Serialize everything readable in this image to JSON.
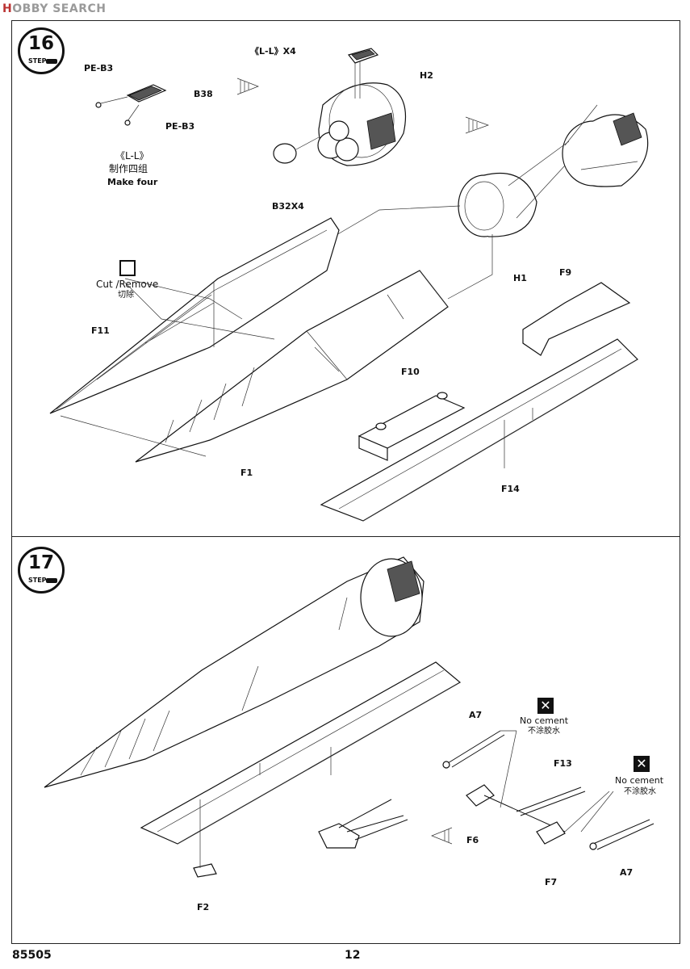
{
  "watermark": {
    "prefix": "H",
    "brand": "OBBY SEARCH"
  },
  "footer": {
    "code": "85505",
    "page": "12"
  },
  "step16": {
    "number": "16",
    "step_label": "STEP",
    "labels": {
      "pe_b3_top": "PE-B3",
      "b38": "B38",
      "pe_b3_bottom": "PE-B3",
      "ll_title": "《L-L》",
      "make_four_cn": "制作四组",
      "make_four_en": "Make four",
      "ll_x4": "《L-L》X4",
      "h2": "H2",
      "b32x4": "B32X4",
      "h1": "H1",
      "f9": "F9",
      "cut_remove": "Cut /Remove",
      "cut_remove_cn": "切除",
      "f11": "F11",
      "f10": "F10",
      "f1": "F1",
      "f14": "F14"
    }
  },
  "step17": {
    "number": "17",
    "step_label": "STEP",
    "labels": {
      "a7_top": "A7",
      "no_cement_1": "No cement",
      "no_cement_1_cn": "不涂胶水",
      "f13": "F13",
      "no_cement_2": "No cement",
      "no_cement_2_cn": "不涂胶水",
      "f6": "F6",
      "f7": "F7",
      "a7_bottom": "A7",
      "f2": "F2"
    },
    "no_cement_mark": "✕"
  }
}
